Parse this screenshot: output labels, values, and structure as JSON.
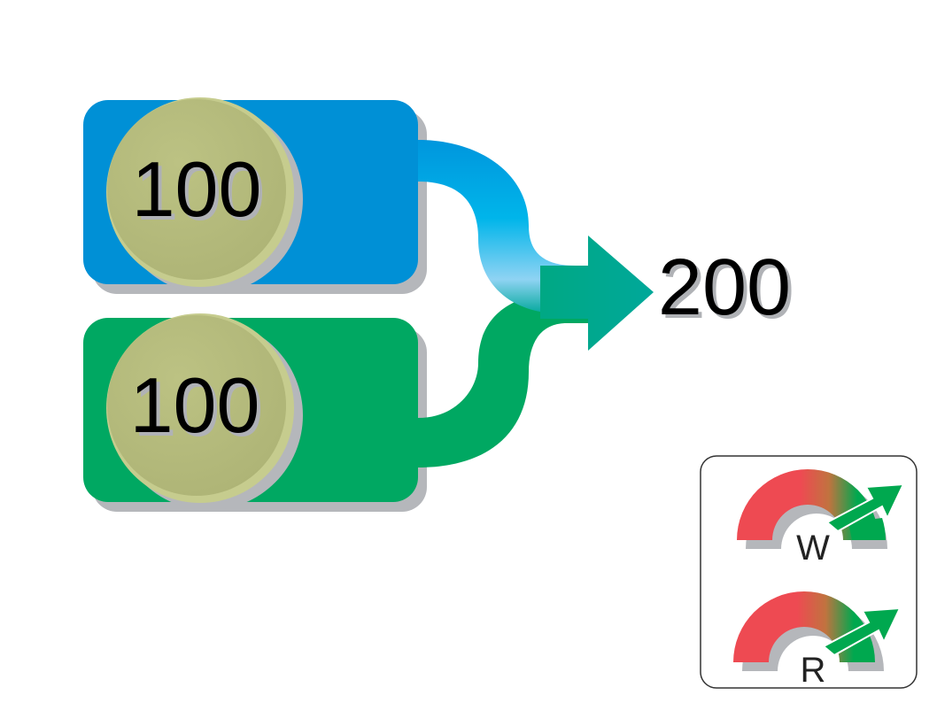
{
  "inputs": [
    {
      "id": "top",
      "value": "100",
      "color": "#0090d6"
    },
    {
      "id": "bottom",
      "value": "100",
      "color": "#00a862"
    }
  ],
  "result": {
    "value": "200"
  },
  "legend": {
    "gauges": [
      {
        "label": "W"
      },
      {
        "label": "R"
      }
    ]
  },
  "colors": {
    "coin": "#b6bc7e",
    "coin_edge": "#8f9a5a",
    "shadow": "#b5b7bb",
    "flow_top": "#00b3ea",
    "flow_merge": "#00a89a",
    "flow_bottom": "#00a862",
    "gauge_red": "#ee4a52",
    "gauge_green": "#00a84f"
  }
}
